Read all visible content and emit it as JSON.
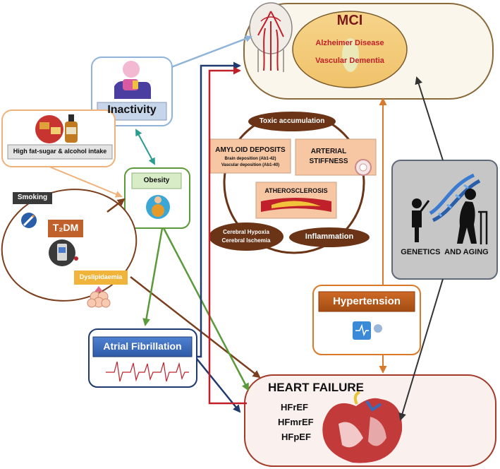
{
  "mci": {
    "title": "MCI",
    "alzheimer": "Alzheimer Disease",
    "vascular_dementia": "Vascular Dementia"
  },
  "inactivity": {
    "label": "Inactivity"
  },
  "diet": {
    "label": "High fat-sugar & alcohol intake"
  },
  "obesity": {
    "label": "Obesity"
  },
  "risk_factors": {
    "smoking": "Smoking",
    "t2dm": "T₂DM",
    "dyslipidaemia": "Dyslipidaemia"
  },
  "mechanisms": {
    "toxic_accumulation": "Toxic accumulation",
    "amyloid_title": "AMYLOID DEPOSITS",
    "amyloid_brain": "Brain deposition (Ab1-42)",
    "amyloid_vascular": "Vascular deposition (Ab1-40)",
    "arterial_stiffness_line1": "ARTERIAL",
    "arterial_stiffness_line2": "STIFFNESS",
    "atherosclerosis": "ATHEROSCLEROSIS",
    "hypoxia": "Cerebral Hypoxia",
    "ischemia": "Cerebral Ischemia",
    "inflammation": "Inflammation"
  },
  "genetics": {
    "label": "GENETICS  AND AGING"
  },
  "hypertension": {
    "label": "Hypertension"
  },
  "atrial_fibrillation": {
    "label": "Atrial Fibrillation"
  },
  "heart_failure": {
    "title": "HEART FAILURE",
    "types": [
      "HFrEF",
      "HFmrEF",
      "HFpEF"
    ]
  },
  "colors": {
    "inactivity_border": "#8fb3d9",
    "diet_border": "#f0b27a",
    "obesity_border": "#5a9a3a",
    "brown": "#7b3f1e",
    "navy": "#1f3a6e",
    "red_arrow": "#c0202a",
    "orange_arrow": "#d97a2b",
    "teal_arrow": "#2a9d8f",
    "af_blue": "#3e6fbf",
    "hypertension_bg": "#b85a1a"
  }
}
